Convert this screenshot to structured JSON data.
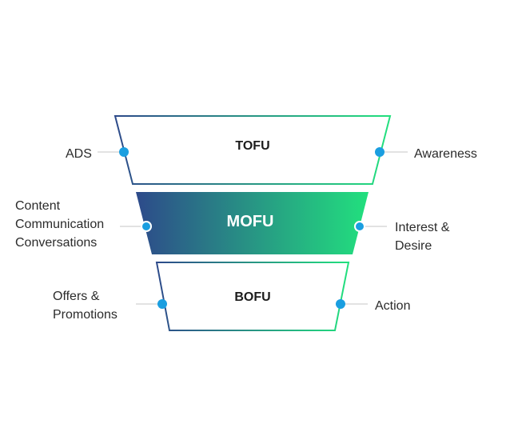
{
  "funnel": {
    "colors": {
      "dark": "#2d4a8a",
      "light": "#22e07e",
      "connector_line": "#d0d0d0",
      "node": "#1a9ee0",
      "text": "#2b2b2b"
    },
    "stages": [
      {
        "title": "TOFU",
        "left_label": [
          "ADS"
        ],
        "right_label": [
          "Awareness"
        ],
        "filled": false
      },
      {
        "title": "MOFU",
        "left_label": [
          "Content",
          "Communication",
          "Conversations"
        ],
        "right_label": [
          "Interest &",
          "Desire"
        ],
        "filled": true
      },
      {
        "title": "BOFU",
        "left_label": [
          "Offers &",
          "Promotions"
        ],
        "right_label": [
          "Action"
        ],
        "filled": false
      }
    ]
  }
}
